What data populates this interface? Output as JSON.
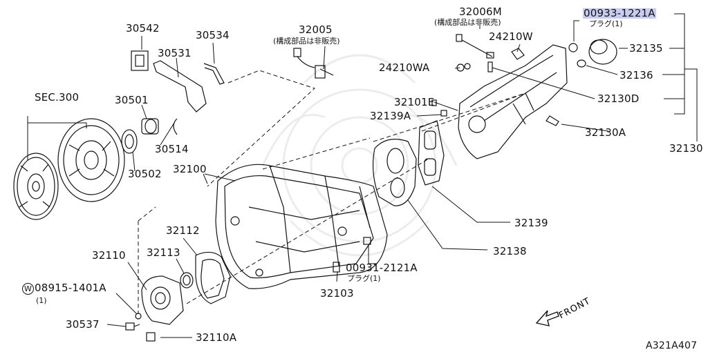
{
  "diagram": {
    "watermark": "",
    "figure_code": "A321A407",
    "front_label": "FRONT",
    "labels": {
      "sec300": "SEC.300",
      "p30542": "30542",
      "p30534": "30534",
      "p30531": "30531",
      "p32005": "32005",
      "p32005_note": "(構成部品は非販売)",
      "p32006m": "32006M",
      "p32006m_note": "(構成部品は非販売)",
      "p24210w": "24210W",
      "p24210wa": "24210WA",
      "p00933": "00933-1221A",
      "p00933_note": "プラグ(1)",
      "p32135": "32135",
      "p32136": "32136",
      "p32130d": "32130D",
      "p32130": "32130",
      "p32130a": "32130A",
      "p30501": "30501",
      "p30514": "30514",
      "p30502": "30502",
      "p32100": "32100",
      "p32101e": "32101E",
      "p32139a": "32139A",
      "p32139": "32139",
      "p32138": "32138",
      "p32112": "32112",
      "p32113": "32113",
      "p32110": "32110",
      "p08915_marker": "W",
      "p08915": "08915-1401A",
      "p08915_qty": "(1)",
      "p30537": "30537",
      "p32110a": "32110A",
      "p32103": "32103",
      "p00931": "00931-2121A",
      "p00931_note": "プラグ(1)"
    }
  }
}
